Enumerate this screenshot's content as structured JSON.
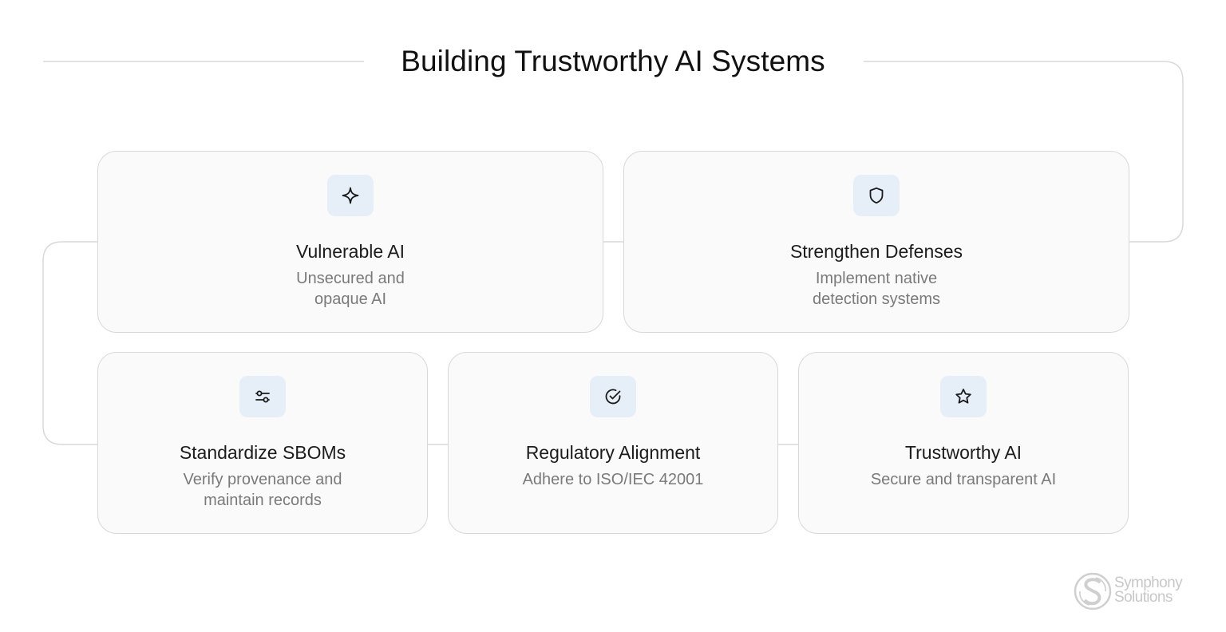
{
  "title": "Building Trustworthy AI Systems",
  "colors": {
    "card_background": "#fafafa",
    "card_border": "#d8d8d8",
    "icon_tile": "#e6eef8",
    "connector": "#d9d9d9",
    "description_text": "#7a7a7a"
  },
  "steps": [
    {
      "icon": "sparkle-icon",
      "title": "Vulnerable AI",
      "description": "Unsecured and\nopaque AI"
    },
    {
      "icon": "shield-icon",
      "title": "Strengthen Defenses",
      "description": "Implement native\ndetection systems"
    },
    {
      "icon": "sliders-icon",
      "title": "Standardize SBOMs",
      "description": "Verify provenance and\nmaintain records"
    },
    {
      "icon": "check-circle-icon",
      "title": "Regulatory Alignment",
      "description": "Adhere to ISO/IEC 42001"
    },
    {
      "icon": "star-icon",
      "title": "Trustworthy AI",
      "description": "Secure and transparent AI"
    }
  ],
  "logo": {
    "text": "Symphony\nSolutions"
  }
}
